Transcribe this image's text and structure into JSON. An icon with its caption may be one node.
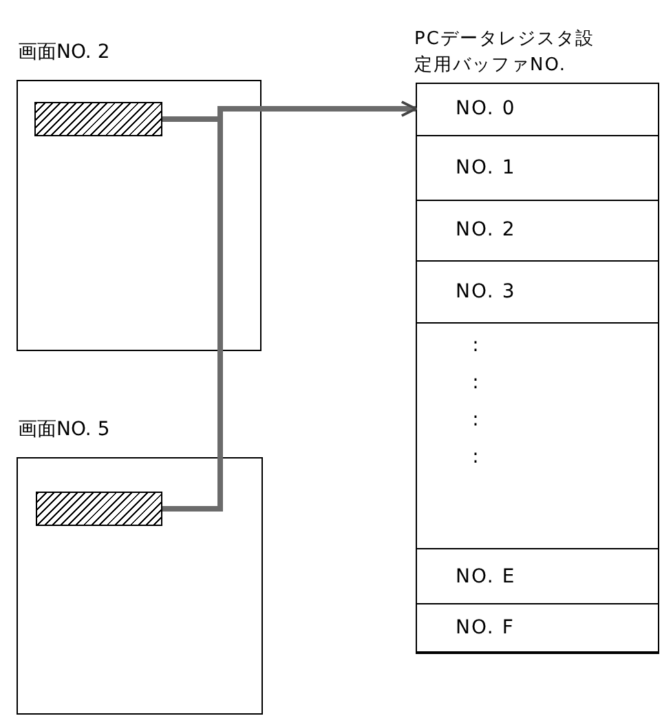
{
  "diagram": {
    "nodes": [
      {
        "text": [
          "画面NO. 2"
        ]
      },
      {
        "text": [],
        "shape": "bar",
        "in": 0
      },
      {
        "text": [
          "画面NO. 5"
        ]
      },
      {
        "text": [],
        "shape": "bar",
        "in": 2
      },
      {
        "text": [
          "PCデータレジスタ設定用バッファNO."
        ]
      },
      {
        "text": [
          "NO. 0"
        ],
        "in": 4
      },
      {
        "text": [
          "NO. 1"
        ],
        "in": 4
      },
      {
        "text": [
          "NO. 2"
        ],
        "in": 4
      },
      {
        "text": [
          "NO. 3"
        ],
        "in": 4
      },
      {
        "text": [
          ":",
          ":",
          ":",
          ":"
        ],
        "in": 4
      },
      {
        "text": [
          "NO. E"
        ],
        "in": 4
      },
      {
        "text": [
          "NO. F"
        ],
        "in": 4
      }
    ],
    "edges": [
      {
        "from": 1,
        "to": 5,
        "arrow": "to"
      },
      {
        "from": 3,
        "to": 5,
        "arrow": "to"
      }
    ]
  }
}
